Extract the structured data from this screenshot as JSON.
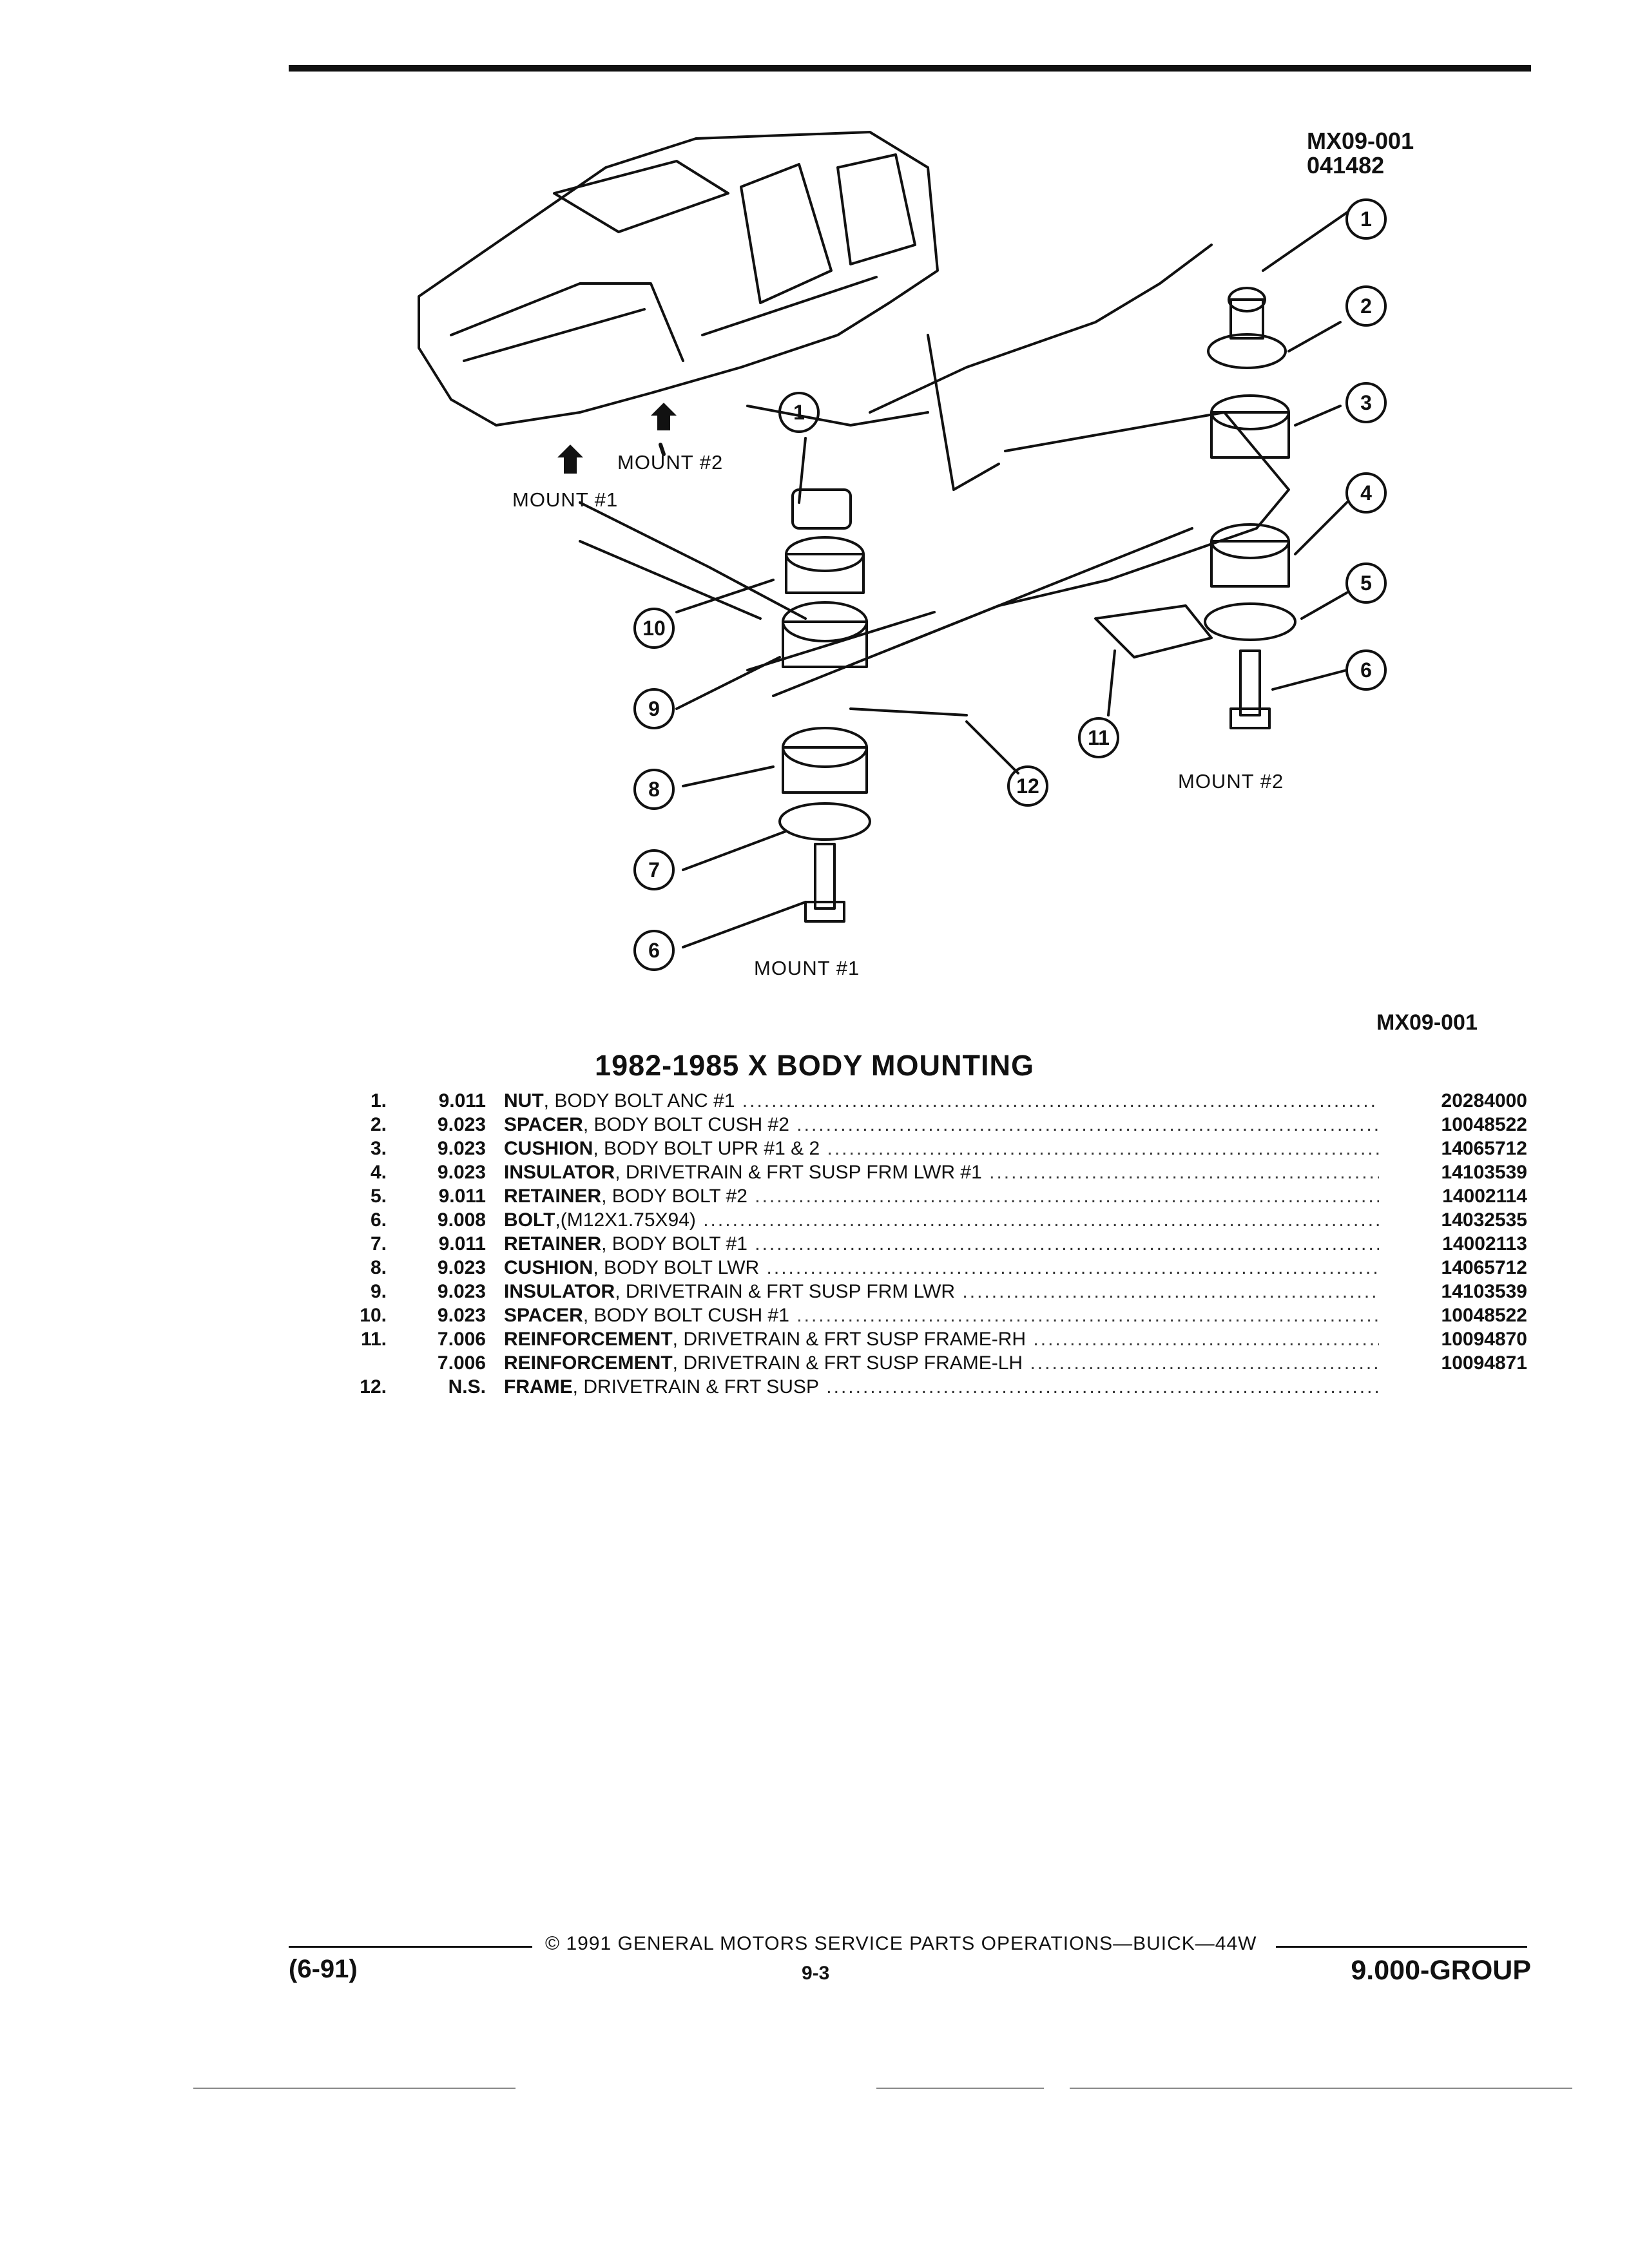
{
  "figure": {
    "code": "MX09-001",
    "date_code": "041482",
    "bottom_code": "MX09-001",
    "labels": {
      "mount1_left": "MOUNT  #1",
      "mount2_left": "MOUNT  #2",
      "mount2_right": "MOUNT  #2",
      "mount1_bottom": "MOUNT  #1"
    },
    "callouts": [
      "1",
      "2",
      "3",
      "4",
      "5",
      "6",
      "1",
      "10",
      "9",
      "8",
      "7",
      "6",
      "11",
      "12"
    ]
  },
  "section": {
    "title": "1982-1985 X BODY MOUNTING"
  },
  "parts": [
    {
      "num": "1.",
      "group": "9.011",
      "name": "NUT",
      "rest": ", BODY BOLT ANC #1",
      "part": "20284000"
    },
    {
      "num": "2.",
      "group": "9.023",
      "name": "SPACER",
      "rest": ", BODY BOLT CUSH #2",
      "part": "10048522"
    },
    {
      "num": "3.",
      "group": "9.023",
      "name": "CUSHION",
      "rest": ", BODY BOLT UPR #1 & 2",
      "part": "14065712"
    },
    {
      "num": "4.",
      "group": "9.023",
      "name": "INSULATOR",
      "rest": ", DRIVETRAIN & FRT SUSP FRM LWR #1",
      "part": "14103539"
    },
    {
      "num": "5.",
      "group": "9.011",
      "name": "RETAINER",
      "rest": ", BODY BOLT #2",
      "part": "14002114"
    },
    {
      "num": "6.",
      "group": "9.008",
      "name": "BOLT",
      "rest": ",(M12X1.75X94)",
      "part": "14032535"
    },
    {
      "num": "7.",
      "group": "9.011",
      "name": "RETAINER",
      "rest": ", BODY BOLT #1",
      "part": "14002113"
    },
    {
      "num": "8.",
      "group": "9.023",
      "name": "CUSHION",
      "rest": ", BODY BOLT LWR",
      "part": "14065712"
    },
    {
      "num": "9.",
      "group": "9.023",
      "name": "INSULATOR",
      "rest": ", DRIVETRAIN & FRT SUSP FRM LWR",
      "part": "14103539"
    },
    {
      "num": "10.",
      "group": "9.023",
      "name": "SPACER",
      "rest": ", BODY BOLT CUSH #1",
      "part": "10048522"
    },
    {
      "num": "11.",
      "group": "7.006",
      "name": "REINFORCEMENT",
      "rest": ", DRIVETRAIN & FRT SUSP FRAME-RH",
      "part": "10094870"
    },
    {
      "num": "",
      "group": "7.006",
      "name": "REINFORCEMENT",
      "rest": ", DRIVETRAIN & FRT SUSP FRAME-LH",
      "part": "10094871"
    },
    {
      "num": "12.",
      "group": "N.S.",
      "name": "FRAME",
      "rest": ", DRIVETRAIN & FRT SUSP",
      "part": ""
    }
  ],
  "footer": {
    "copyright": "© 1991 GENERAL MOTORS SERVICE PARTS OPERATIONS—BUICK—44W",
    "date": "(6-91)",
    "page": "9-3",
    "group": "9.000-GROUP"
  }
}
